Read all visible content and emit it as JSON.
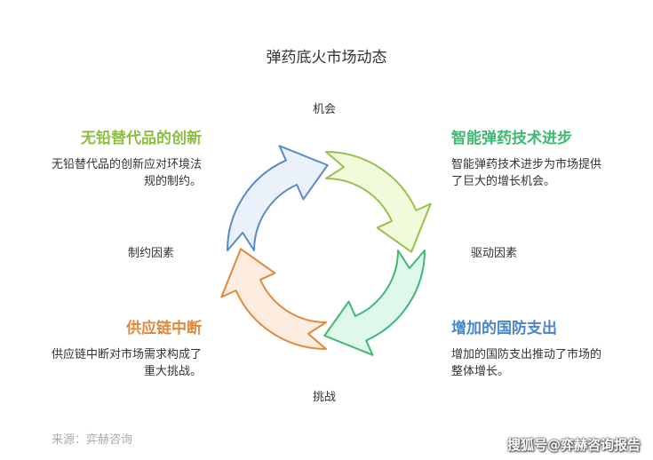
{
  "title": "弹药底火市场动态",
  "axes": {
    "top": "机会",
    "bottom": "挑战",
    "left": "制约因素",
    "right": "驱动因素"
  },
  "quadrants": {
    "top_left": {
      "heading": "无铅替代品的创新",
      "lines": [
        "无铅替代品的创新应对环境法",
        "规的制约。"
      ],
      "color": "#8bbf3f",
      "fill": "#eaf1fb",
      "stroke": "#5a8ac6"
    },
    "top_right": {
      "heading": "智能弹药技术进步",
      "lines": [
        "智能弹药技术进步为市场提供",
        "了巨大的增长机会。"
      ],
      "color": "#3fb872",
      "fill": "#f1fbdc",
      "stroke": "#96c14b"
    },
    "bottom_right": {
      "heading": "增加的国防支出",
      "lines": [
        "增加的国防支出推动了市场的",
        "整体增长。"
      ],
      "color": "#4a86c8",
      "fill": "#dff8ec",
      "stroke": "#3fb872"
    },
    "bottom_left": {
      "heading": "供应链中断",
      "lines": [
        "供应链中断对市场需求构成了",
        "重大挑战。"
      ],
      "color": "#e0893a",
      "fill": "#fdece0",
      "stroke": "#e0893a"
    }
  },
  "source": "来源：弈赫咨询",
  "watermark": "搜狐号@弈赫咨询报告"
}
